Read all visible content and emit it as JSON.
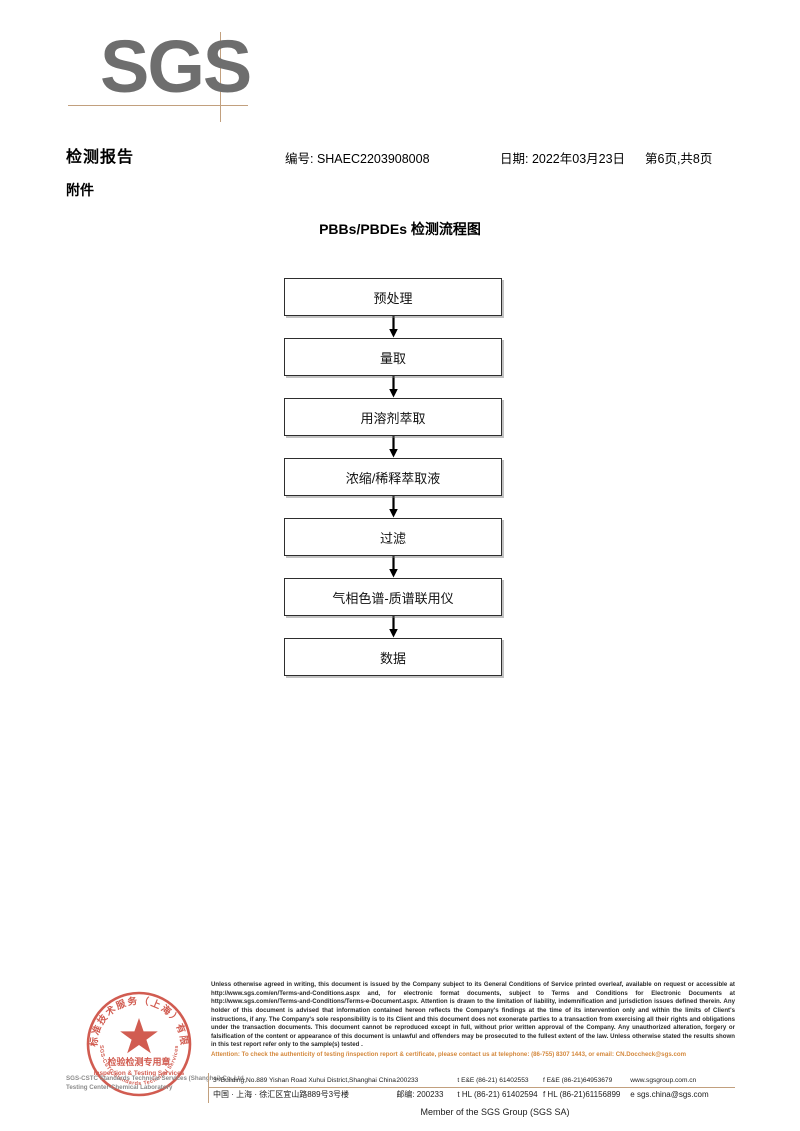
{
  "logo": {
    "text": "SGS"
  },
  "header": {
    "doc_title": "检测报告",
    "doc_subtitle": "附件",
    "report_no": "编号: SHAEC2203908008",
    "date": "日期: 2022年03月23日",
    "page": "第6页,共8页"
  },
  "flowchart": {
    "title": "PBBs/PBDEs 检测流程图",
    "nodes": [
      {
        "label": "预处理"
      },
      {
        "label": "量取"
      },
      {
        "label": "用溶剂萃取"
      },
      {
        "label": "浓缩/稀释萃取液"
      },
      {
        "label": "过滤"
      },
      {
        "label": "气相色谱-质谱联用仪"
      },
      {
        "label": "数据"
      }
    ]
  },
  "stamp": {
    "outer_text_cn": "上海标准技术服务（上海）有限公司",
    "center_text_cn": "检验检测专用章",
    "center_text_en": "Inspection & Testing Services",
    "color": "#c8392b"
  },
  "watermark": {
    "line1": "SGS-CSTC Standards Technical Services (Shanghai) Co.,Ltd.",
    "line2": "Testing Center-Chemical Laboratory"
  },
  "footer": {
    "legal_text": "Unless otherwise agreed in writing, this document is issued by the Company subject to its General Conditions of Service printed overleaf, available on request or accessible at http://www.sgs.com/en/Terms-and-Conditions.aspx and, for electronic format documents, subject to Terms and Conditions for Electronic Documents at http://www.sgs.com/en/Terms-and-Conditions/Terms-e-Document.aspx. Attention is drawn to the limitation of liability, indemnification and jurisdiction issues defined therein. Any holder of this document is advised that information contained hereon reflects the Company's findings at the time of its intervention only and within the limits of Client's instructions, if any. The Company's sole responsibility is to its Client and this document does not exonerate parties to a transaction from exercising all their rights and obligations under the transaction documents. This document cannot be reproduced except in full, without prior written approval of the Company. Any unauthorized alteration, forgery or falsification of the content or appearance of this document is unlawful and offenders may be prosecuted to the fullest extent of the law. Unless otherwise stated the results shown in this test report refer only to the sample(s) tested .",
    "attention_text": "Attention: To check the authenticity of testing /inspection report & certificate, please contact us at telephone: (86-755) 8307 1443, or email: CN.Doccheck@sgs.com",
    "address_en": "3ʳᵈBuilding,No.889 Yishan Road Xuhui District,Shanghai China",
    "zip_en": "200233",
    "tel_en": "t E&E (86-21) 61402553",
    "fax_en": "f E&E (86-21)64953679",
    "web": "www.sgsgroup.com.cn",
    "address_cn": "中国 · 上海 · 徐汇区宜山路889号3号楼",
    "zip_cn": "邮编: 200233",
    "tel_cn": "t HL (86-21) 61402594",
    "fax_cn": "f HL (86-21)61156899",
    "email": "e  sgs.china@sgs.com",
    "member_line": "Member of the SGS Group (SGS SA)"
  },
  "colors": {
    "logo_gray": "#6e6e6e",
    "accent_tan": "#c2a07e",
    "attention_orange": "#d4883c",
    "stamp_red": "#c8392b"
  }
}
